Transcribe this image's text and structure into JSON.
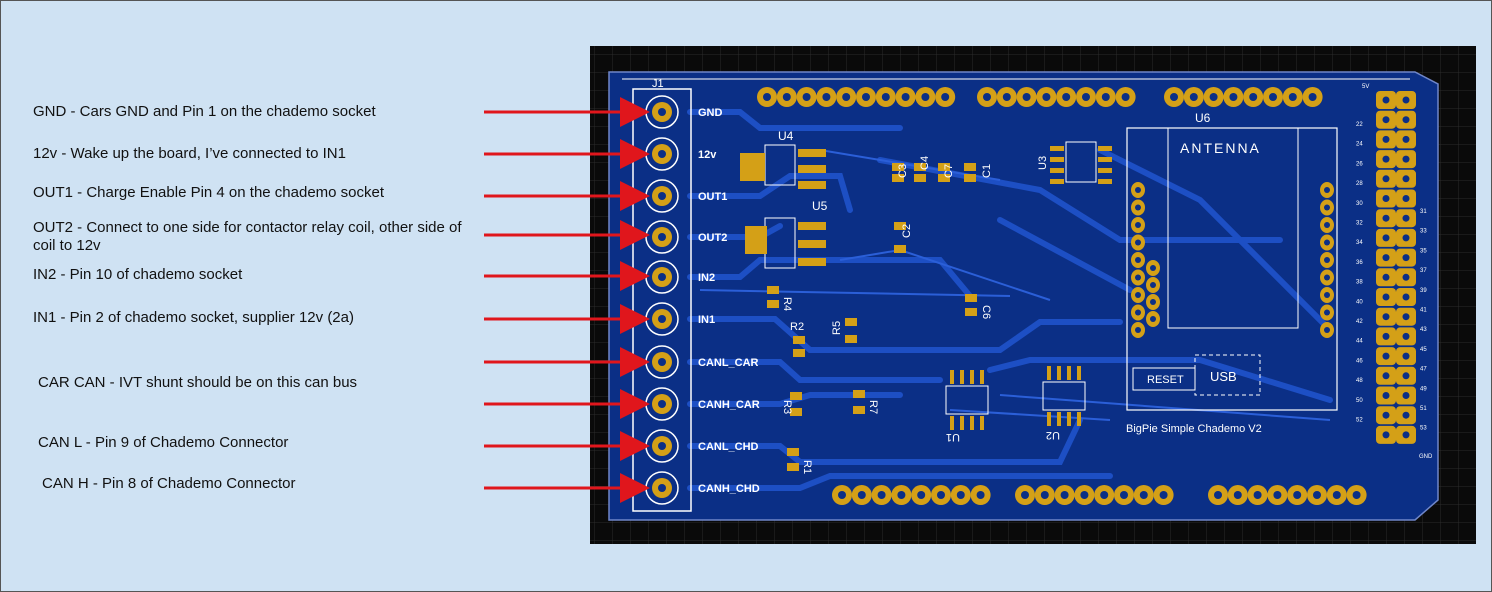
{
  "labels": [
    {
      "id": "gnd",
      "text": "GND - Cars GND and Pin 1 on the chademo socket"
    },
    {
      "id": "12v",
      "text": "12v - Wake up the board, I’ve connected to IN1"
    },
    {
      "id": "out1",
      "text": "OUT1 - Charge Enable Pin 4 on the chademo socket"
    },
    {
      "id": "out2",
      "text": "OUT2 - Connect to one side for contactor relay coil, other side of coil to 12v"
    },
    {
      "id": "in2",
      "text": "IN2 - Pin 10 of chademo socket"
    },
    {
      "id": "in1",
      "text": "IN1 - Pin 2 of chademo socket, supplier 12v (2a)"
    },
    {
      "id": "carcan",
      "text": "CAR CAN - IVT shunt should be on this can bus"
    },
    {
      "id": "canl",
      "text": "CAN L - Pin 9 of Chademo Connector"
    },
    {
      "id": "canh",
      "text": "CAN H - Pin 8 of Chademo Connector"
    }
  ],
  "terminal": {
    "ref": "J1",
    "pins": [
      "GND",
      "12v",
      "OUT1",
      "OUT2",
      "IN2",
      "IN1",
      "CANL_CAR",
      "CANH_CAR",
      "CANL_CHD",
      "CANH_CHD"
    ]
  },
  "board": {
    "title": "BigPie Simple Chademo V2",
    "refs": [
      "U4",
      "U5",
      "U3",
      "U6",
      "U1",
      "U2",
      "C1",
      "C2",
      "C3",
      "C4",
      "C6",
      "C7",
      "R1",
      "R2",
      "R3",
      "R4",
      "R5",
      "R7"
    ],
    "antenna": "ANTENNA",
    "reset": "RESET",
    "usb": "USB",
    "gnd_pin": "GND",
    "pin_5v": "5V",
    "header_left_numbers": [
      "22",
      "24",
      "26",
      "28",
      "30",
      "32",
      "34",
      "36",
      "38",
      "40",
      "42",
      "44",
      "46",
      "48",
      "50",
      "52"
    ],
    "header_right_numbers": [
      "31",
      "33",
      "35",
      "37",
      "39",
      "41",
      "43",
      "45",
      "47",
      "49",
      "51",
      "53"
    ]
  },
  "colors": {
    "background": "#cfe2f3",
    "pcb": "#0b2f86",
    "trace": "#1d4fc4",
    "copper": "#d4a017",
    "arrow": "#e0161c",
    "silk": "#ffffff"
  }
}
